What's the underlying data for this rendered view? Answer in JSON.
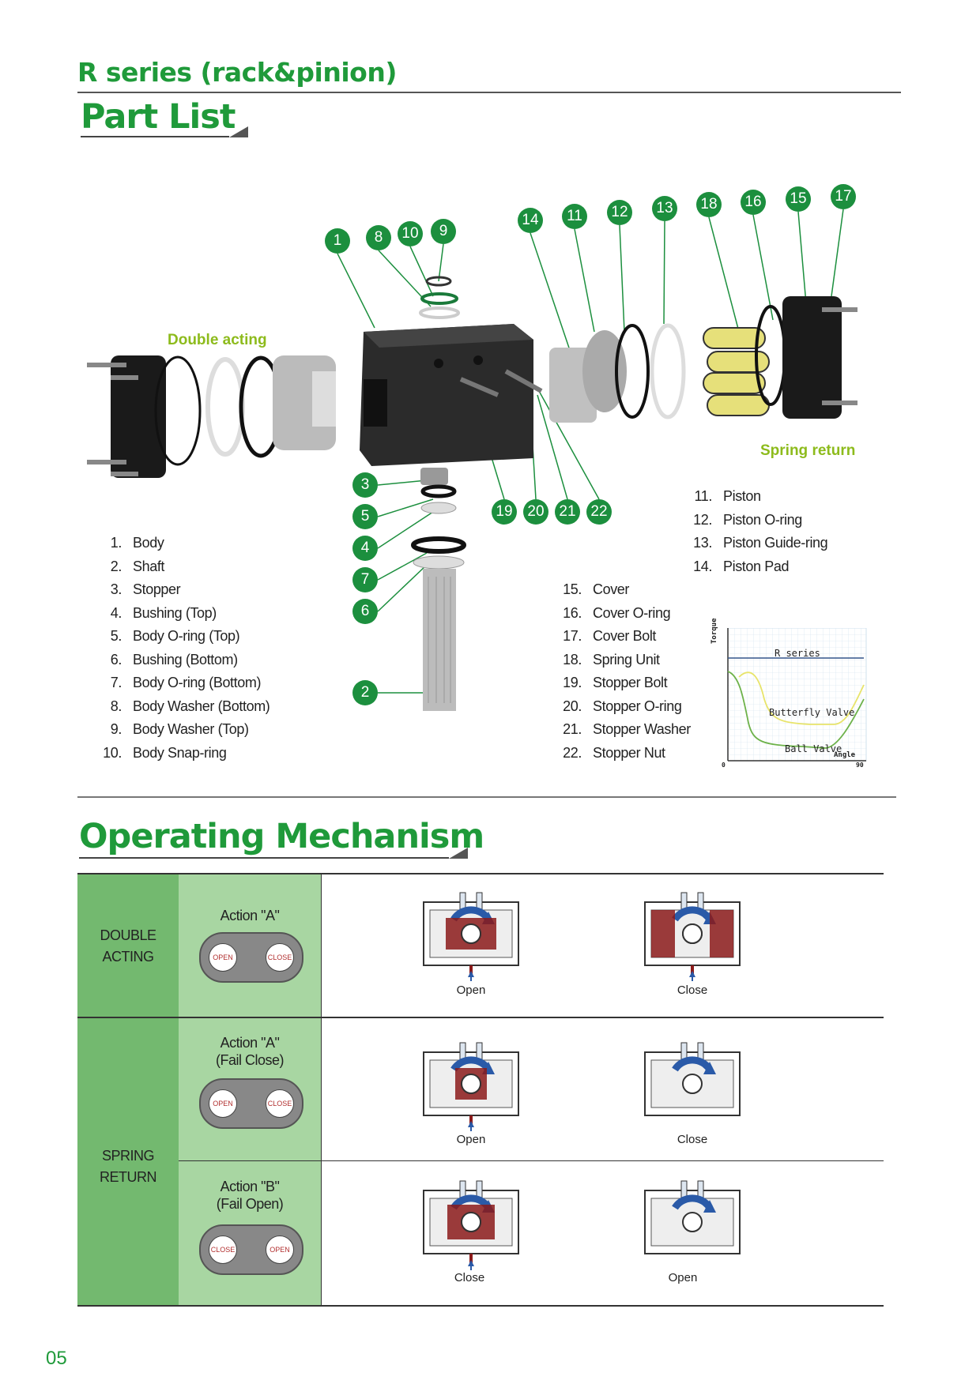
{
  "header": {
    "series_title": "R series (rack&pinion)",
    "part_list_title": "Part List"
  },
  "diagram": {
    "double_acting_label": "Double acting",
    "spring_return_label": "Spring return",
    "badges": [
      "1",
      "8",
      "10",
      "9",
      "14",
      "11",
      "12",
      "13",
      "18",
      "16",
      "15",
      "17",
      "3",
      "5",
      "4",
      "7",
      "6",
      "2",
      "19",
      "20",
      "21",
      "22"
    ]
  },
  "parts_left": [
    {
      "n": "1.",
      "name": "Body"
    },
    {
      "n": "2.",
      "name": "Shaft"
    },
    {
      "n": "3.",
      "name": "Stopper"
    },
    {
      "n": "4.",
      "name": "Bushing (Top)"
    },
    {
      "n": "5.",
      "name": "Body O-ring (Top)"
    },
    {
      "n": "6.",
      "name": "Bushing (Bottom)"
    },
    {
      "n": "7.",
      "name": "Body O-ring (Bottom)"
    },
    {
      "n": "8.",
      "name": "Body Washer (Bottom)"
    },
    {
      "n": "9.",
      "name": "Body Washer (Top)"
    },
    {
      "n": "10.",
      "name": "Body Snap-ring"
    }
  ],
  "parts_mid": [
    {
      "n": "15.",
      "name": "Cover"
    },
    {
      "n": "16.",
      "name": "Cover O-ring"
    },
    {
      "n": "17.",
      "name": "Cover Bolt"
    },
    {
      "n": "18.",
      "name": "Spring Unit"
    },
    {
      "n": "19.",
      "name": "Stopper Bolt"
    },
    {
      "n": "20.",
      "name": "Stopper O-ring"
    },
    {
      "n": "21.",
      "name": "Stopper Washer"
    },
    {
      "n": "22.",
      "name": "Stopper Nut"
    }
  ],
  "parts_right": [
    {
      "n": "11.",
      "name": "Piston"
    },
    {
      "n": "12.",
      "name": "Piston O-ring"
    },
    {
      "n": "13.",
      "name": "Piston Guide-ring"
    },
    {
      "n": "14.",
      "name": "Piston Pad"
    }
  ],
  "torque_chart": {
    "y_label": "Torque",
    "x_label": "Angle",
    "x_min": "0",
    "x_max": "90",
    "series": [
      {
        "name": "R series"
      },
      {
        "name": "Butterfly Valve"
      },
      {
        "name": "Ball Valve"
      }
    ]
  },
  "mechanism": {
    "title": "Operating Mechanism",
    "double_acting": "DOUBLE\nACTING",
    "spring_return": "SPRING\nRETURN",
    "rows": [
      {
        "action": "Action \"A\"",
        "sub": "",
        "pill": [
          "OPEN",
          "CLOSE"
        ],
        "captions": [
          "Open",
          "Close"
        ]
      },
      {
        "action": "Action \"A\"",
        "sub": "(Fail Close)",
        "pill": [
          "OPEN",
          "CLOSE"
        ],
        "captions": [
          "Open",
          "Close"
        ]
      },
      {
        "action": "Action \"B\"",
        "sub": "(Fail Open)",
        "pill": [
          "CLOSE",
          "OPEN"
        ],
        "captions": [
          "Close",
          "Open"
        ]
      }
    ]
  },
  "page_number": "05"
}
